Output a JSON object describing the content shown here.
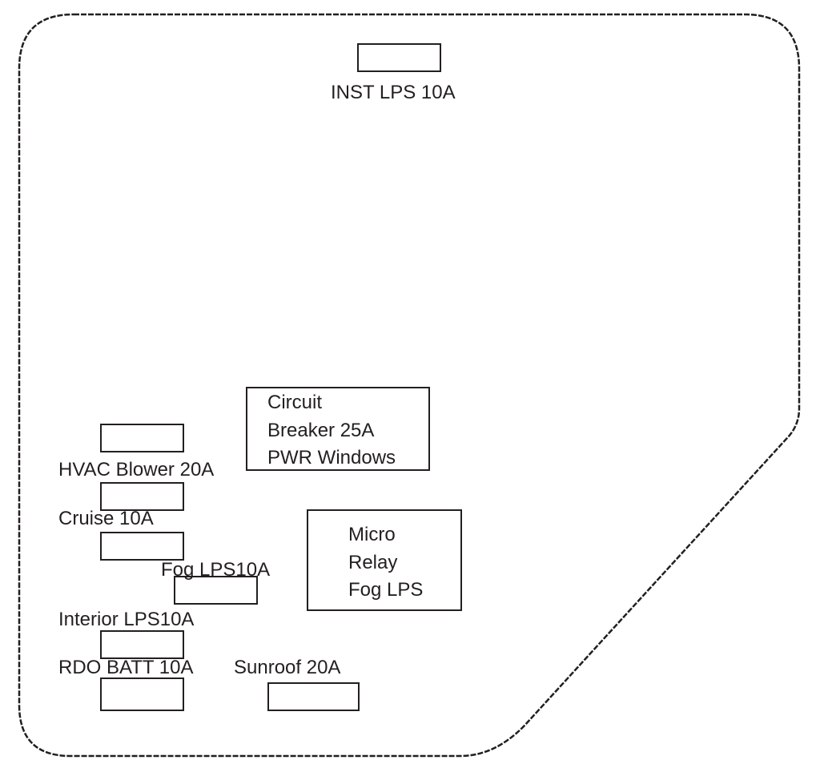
{
  "diagram": {
    "colors": {
      "stroke": "#231f20",
      "background": "#ffffff"
    },
    "labels": {
      "inst_lps": "INST LPS 10A",
      "hvac_blower": "HVAC Blower 20A",
      "cruise": "Cruise 10A",
      "fog_lps": "Fog LPS10A",
      "interior_lps": "Interior LPS10A",
      "rdo_batt": "RDO BATT 10A",
      "sunroof": "Sunroof 20A"
    },
    "circuit_breaker": {
      "lines": [
        "Circuit",
        "Breaker 25A",
        "PWR Windows"
      ]
    },
    "micro_relay": {
      "lines": [
        "Micro",
        "Relay",
        "Fog LPS"
      ]
    }
  }
}
